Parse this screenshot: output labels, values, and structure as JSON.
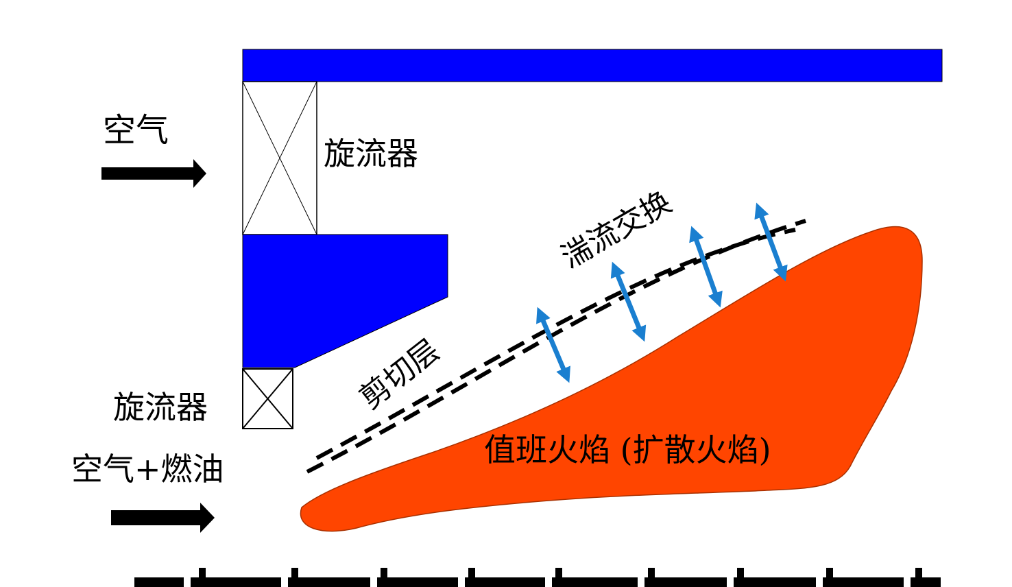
{
  "labels": {
    "air_top": "空气",
    "swirler_top": "旋流器",
    "swirler_bottom": "旋流器",
    "air_fuel": "空气+燃油",
    "turbulent_exchange": "湍流交换",
    "shear_layer": "剪切层",
    "pilot_flame": "值班火焰 (扩散火焰)"
  },
  "colors": {
    "wall_blue": "#0000ff",
    "flame": "#ff4500",
    "arrow_blue": "#1a7fd0",
    "text": "#000000"
  },
  "icons": {
    "air_arrow": "right-arrow-icon",
    "swirler": "cross-box-icon",
    "exchange_arrows": "double-arrow-icon"
  }
}
